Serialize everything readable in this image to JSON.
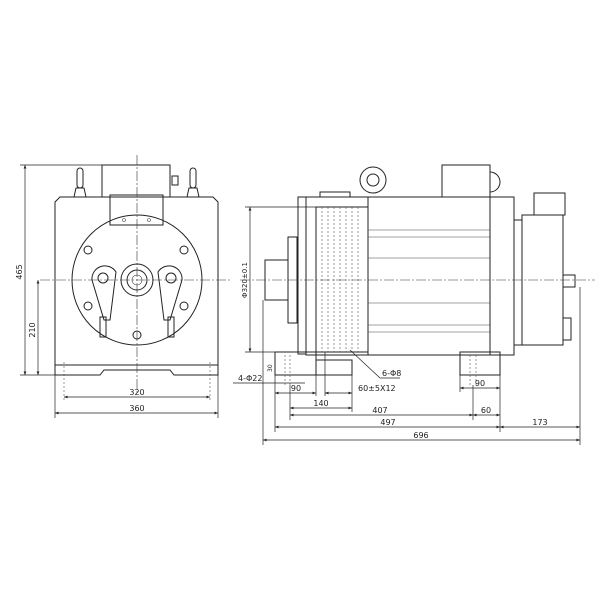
{
  "front_view": {
    "dim_height_total": "465",
    "dim_center_height": "210",
    "dim_foot_holes": "320",
    "dim_base_width": "360"
  },
  "side_view": {
    "dim_sheave_diameter": "Φ320±0.1",
    "dim_foot_holes": "4-Φ22",
    "dim_foot_thickness": "30",
    "dim_left_foot": "90",
    "dim_grooves": "60±5X12",
    "dim_rope_holes": "6-Φ8",
    "dim_foot_to_sheave": "140",
    "dim_hole_span": "407",
    "dim_right_foot": "90",
    "dim_right_offset": "60",
    "dim_body_length": "497",
    "dim_brake_length": "173",
    "dim_overall_length": "696"
  }
}
